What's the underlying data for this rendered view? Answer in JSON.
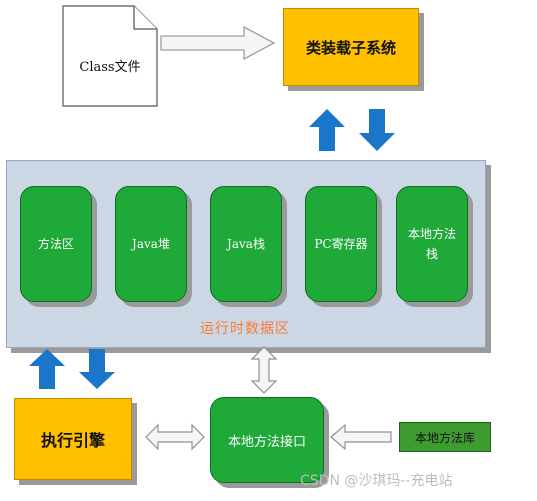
{
  "diagram": {
    "class_file": "Class文件",
    "class_loader": "类装载子系统",
    "runtime_area": {
      "label": "运行时数据区",
      "regions": [
        {
          "line1": "方法区",
          "line2": ""
        },
        {
          "line1": "Java堆",
          "line2": ""
        },
        {
          "line1": "Java栈",
          "line2": ""
        },
        {
          "line1": "PC寄存器",
          "line2": ""
        },
        {
          "line1": "本地方法",
          "line2": "栈"
        }
      ]
    },
    "execution_engine": "执行引擎",
    "native_interface": "本地方法接口",
    "native_library": "本地方法库"
  },
  "watermark": "CSDN @沙琪玛--充电站",
  "colors": {
    "loader_fill": "#ffc000",
    "region_fill": "#1ea938",
    "runtime_fill": "#ccd7e6",
    "runtime_label": "#ff7a30",
    "blue_arrow": "#1b76c9"
  }
}
